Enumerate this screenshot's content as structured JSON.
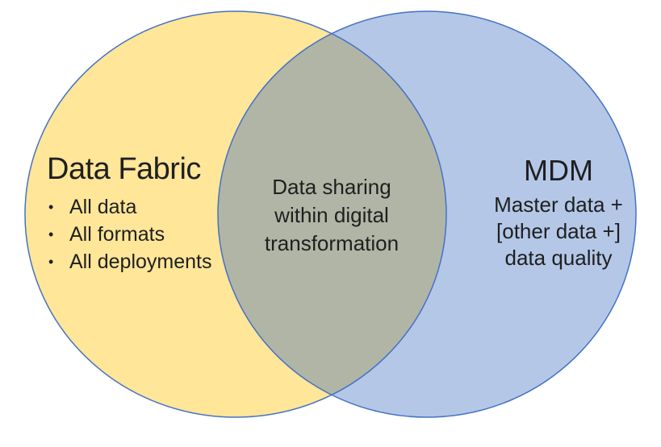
{
  "diagram": {
    "type": "venn",
    "left": {
      "title": "Data Fabric",
      "bullet_glyph": "•",
      "bullets": [
        "All data",
        "All formats",
        "All deployments"
      ]
    },
    "overlap": {
      "lines": [
        "Data sharing",
        "within digital",
        "transformation"
      ]
    },
    "right": {
      "title": "MDM",
      "lines": [
        "Master data +",
        "[other data +]",
        "data quality"
      ]
    }
  },
  "colors": {
    "background": "#FFFFFF",
    "left_fill": "#FFE699",
    "right_fill": "#B4C7E7",
    "overlap_fill": "#B1B5A6",
    "circle_stroke": "#4472C4",
    "text": "#1F1F1F"
  }
}
